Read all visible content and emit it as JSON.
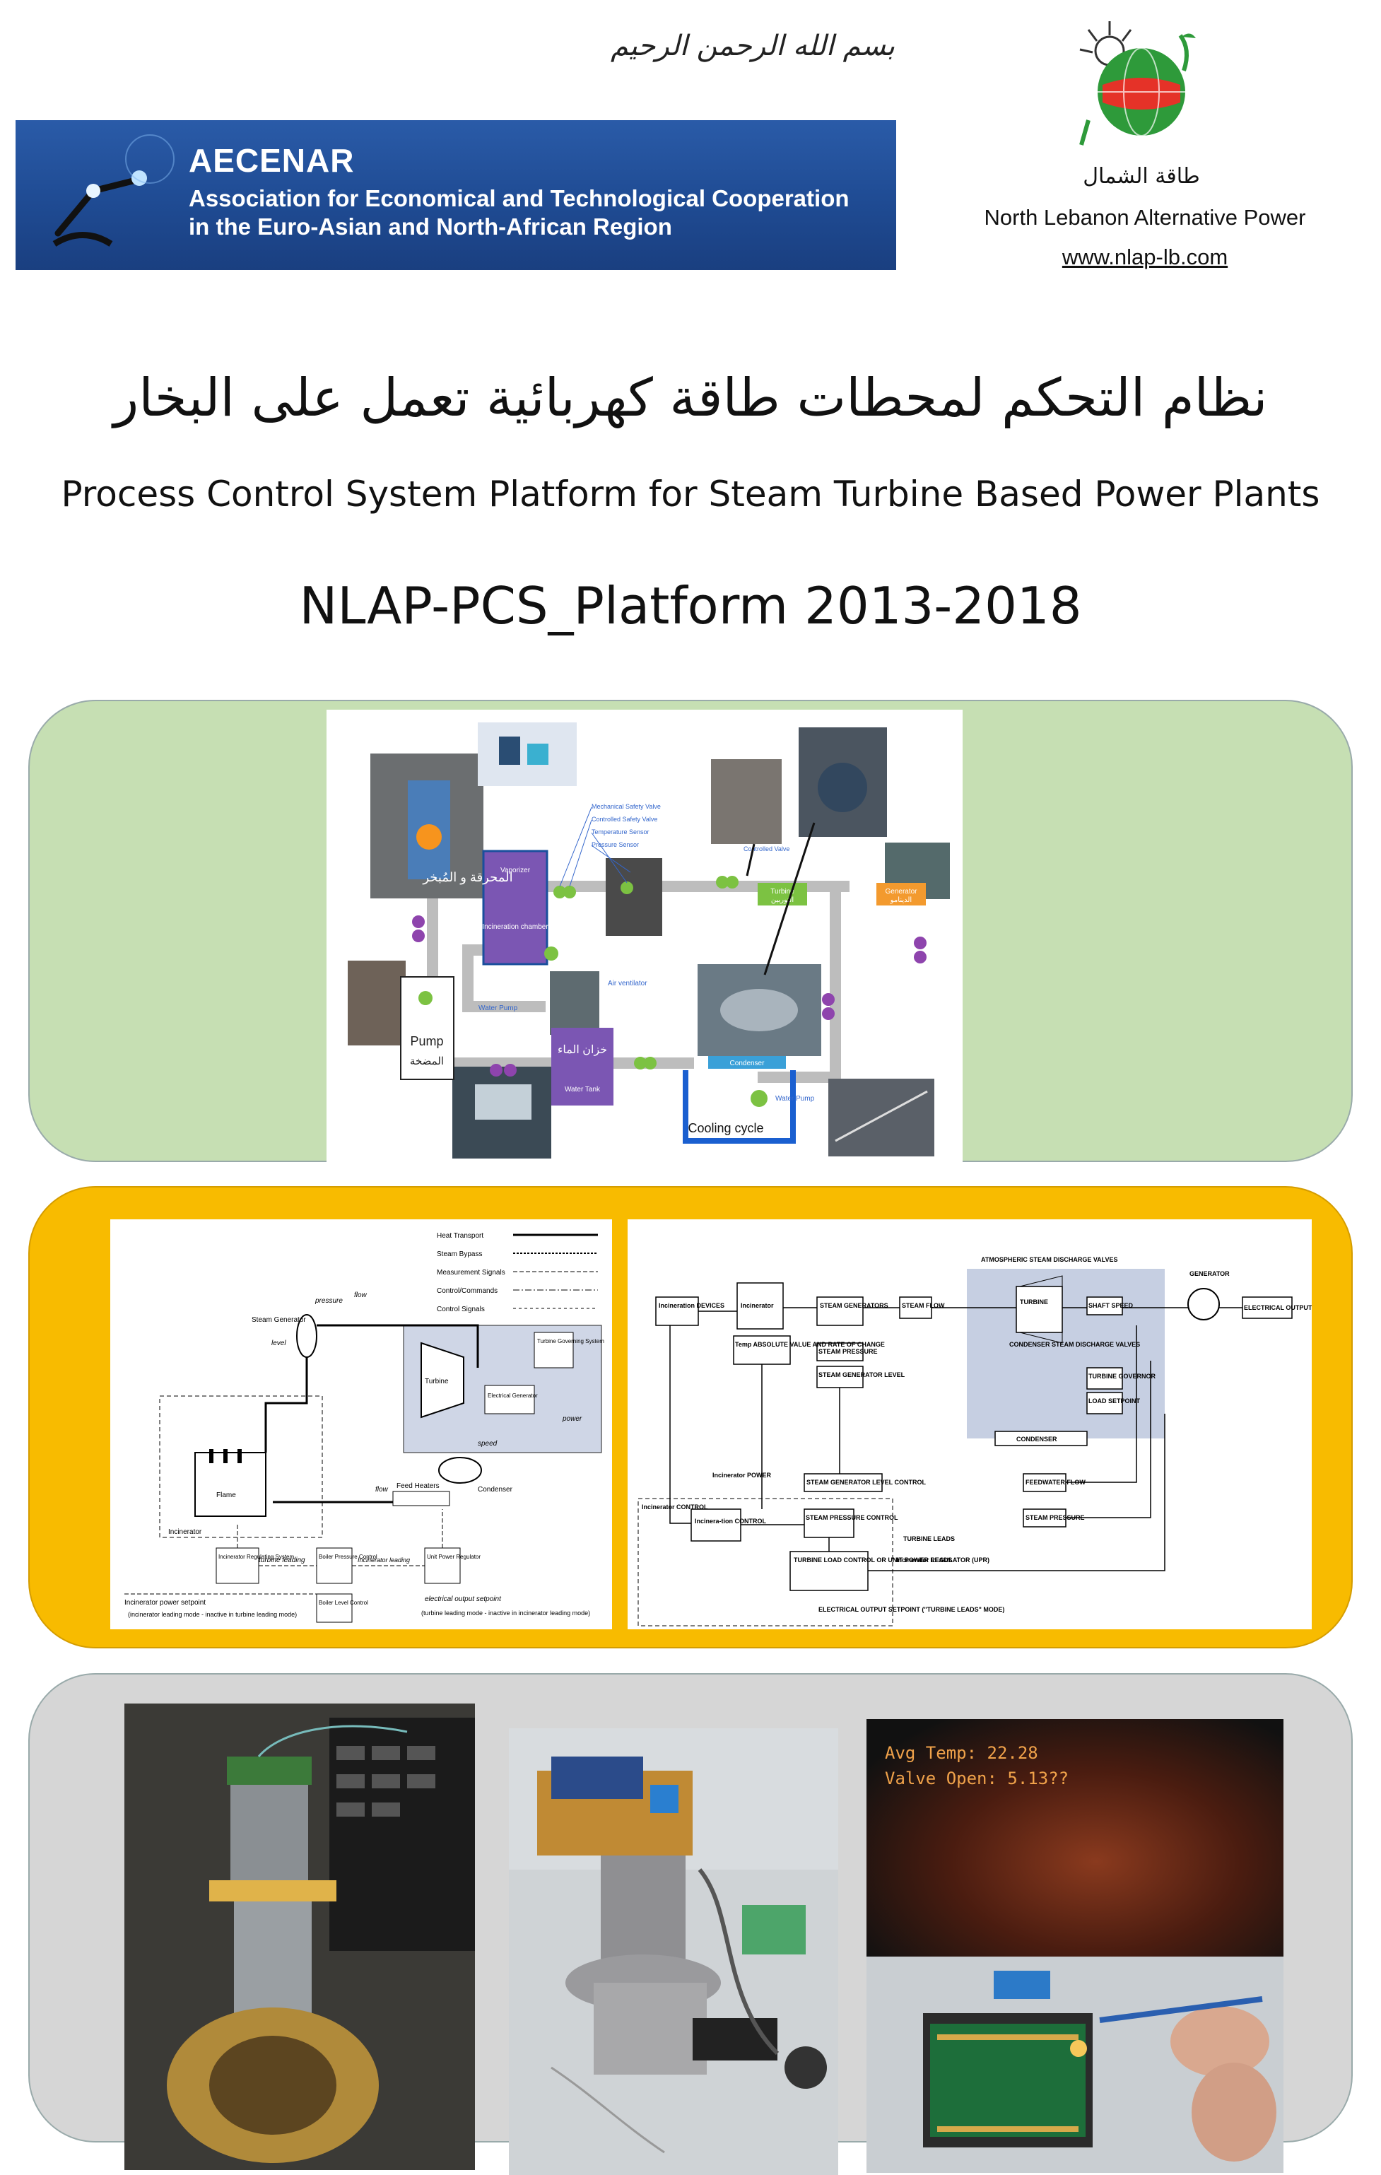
{
  "header": {
    "basmala": "بسم الله الرحمن الرحيم",
    "aecenar": {
      "name": "AECENAR",
      "subtitle_line1": "Association for Economical and Technological Cooperation",
      "subtitle_line2": "in the Euro-Asian and North-African Region"
    },
    "nlap": {
      "arabic_name": "طاقة الشمال",
      "name": "North Lebanon Alternative Power",
      "url": "www.nlap-lb.com"
    }
  },
  "titles": {
    "arabic": "نظام التحكم لمحطات طاقة كهربائية تعمل على البخار",
    "english": "Process Control System Platform for Steam Turbine Based Power Plants",
    "code": "NLAP-PCS_Platform 2013-2018"
  },
  "plant_diagram": {
    "vaporizer": "Vaporizer",
    "incineration": "Incineration chamber",
    "incineration_ar": "المحرقة و المُبخر",
    "turbine": "Turbine",
    "turbine_ar": "التوربين",
    "generator": "Generator",
    "generator_ar": "الدينامو",
    "pump": "Pump",
    "pump_ar": "المضخة",
    "water_tank": "Water Tank",
    "water_tank_ar": "خزان الماء",
    "condenser": "Condenser",
    "cooling_cycle": "Cooling cycle",
    "water_pump": "Water Pump",
    "air_ventilator": "Air ventilator",
    "controlled_valve": "Controlled Valve",
    "callouts": [
      "Mechanical Safety Valve",
      "Controlled Safety Valve",
      "Temperature Sensor",
      "Pressure Sensor"
    ]
  },
  "steam_schematic": {
    "legend": [
      "Heat Transport",
      "Steam Bypass",
      "Measurement Signals",
      "Control/Commands",
      "Control Signals"
    ],
    "steam_generator": "Steam Generator",
    "pressure": "pressure",
    "flow": "flow",
    "level": "level",
    "turbine": "Turbine",
    "turbine_gov": "Turbine Governing System",
    "elec_gen": "Electrical Generator",
    "speed": "speed",
    "power": "power",
    "flame": "Flame",
    "incinerator": "Incinerator",
    "feed_heaters": "Feed Heaters",
    "condenser": "Condenser",
    "inc_reg": "Incinerator Regulating System",
    "boiler_pc": "Boiler Pressure Control",
    "boiler_lc": "Boiler Level Control",
    "unit_power": "Unit Power Regulator",
    "turbine_leading": "turbine leading",
    "inc_leading": "Incinerator leading",
    "inc_setpoint": "Incinerator  power setpoint",
    "inc_note": "(incinerator leading mode - inactive in turbine leading mode)",
    "elec_setpoint": "electrical output setpoint",
    "elec_note": "(turbine leading mode - inactive in incinerator leading mode)"
  },
  "control_block": {
    "inc_devices": "Incineration DEVICES",
    "incinerator": "Incinerator",
    "steam_gens": "STEAM GENERATORS",
    "steam_flow": "STEAM FLOW",
    "atm_valves": "ATMOSPHERIC STEAM DISCHARGE VALVES",
    "turbine": "TURBINE",
    "generator": "GENERATOR",
    "shaft_speed": "SHAFT SPEED",
    "elec_output": "ELECTRICAL OUTPUT",
    "temp_abs": "Temp ABSOLUTE VALUE AND RATE OF CHANGE",
    "steam_pressure": "STEAM PRESSURE",
    "sg_level": "STEAM GENERATOR LEVEL",
    "cond_valves": "CONDENSER STEAM DISCHARGE VALVES",
    "turbine_gov": "TURBINE GOVERNOR",
    "load_setpoint": "LOAD SETPOINT",
    "condenser": "CONDENSER",
    "inc_control": "Incinerator CONTROL",
    "inc_power": "Incinerator POWER",
    "sg_level_control": "STEAM GENERATOR LEVEL CONTROL",
    "feedwater": "FEEDWATER FLOW",
    "inc_control2": "Incinera-tion CONTROL",
    "steam_press_ctrl": "STEAM PRESSURE CONTROL",
    "steam_pressure2": "STEAM PRESSURE",
    "turbine_leads": "TURBINE LEADS",
    "inc_leads": "Incinerator LEADS",
    "upr": "TURBINE LOAD CONTROL OR UNIT POWER REGULATOR (UPR)",
    "elec_setpoint": "ELECTRICAL OUTPUT SETPOINT (\"TURBINE LEADS\" MODE)"
  },
  "lcd": {
    "avg_temp": "Avg Temp: 22.28",
    "valve_open": "Valve Open: 5.13??"
  },
  "colors": {
    "aecenar_blue": "#1f4b93",
    "panel_green": "#c6dfb3",
    "panel_yellow": "#f8bb00",
    "panel_gray": "#d6d6d6",
    "diagram_purple": "#8e44ad",
    "diagram_green": "#7cc242",
    "diagram_orange": "#f39a2e",
    "diagram_gray": "#b0b0b0",
    "cooling_blue": "#1a5fd0"
  }
}
